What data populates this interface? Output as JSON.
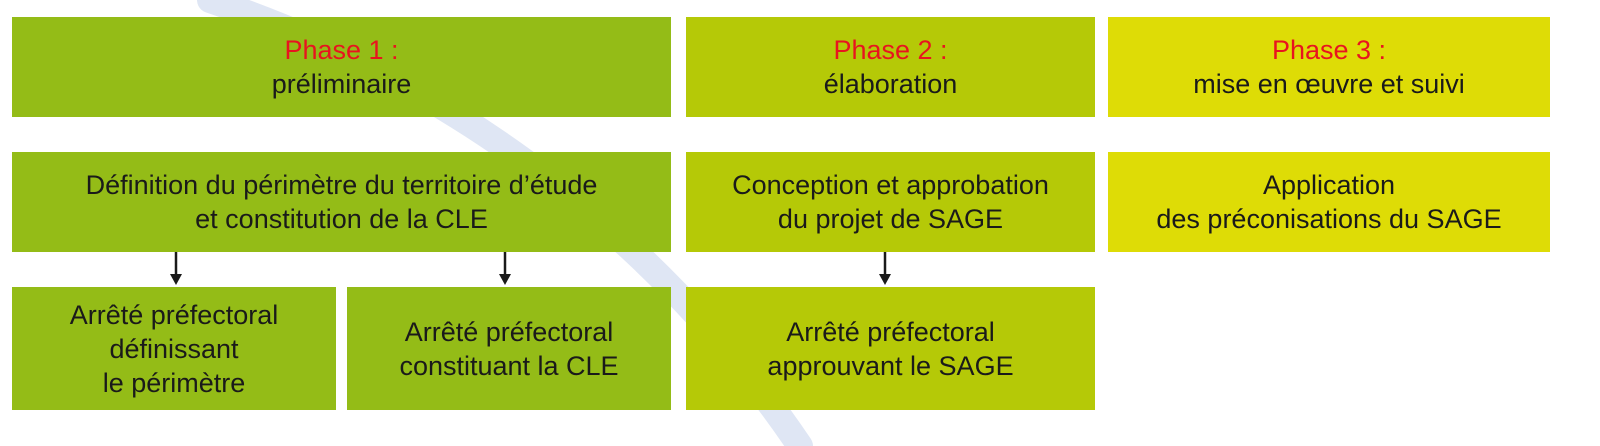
{
  "colors": {
    "phase1": "#94bc17",
    "phase2": "#b5c907",
    "phase3": "#dedc06",
    "phase_label": "#e8141f",
    "text": "#1a1a1a",
    "arrow": "#1a1a1a",
    "swoosh": "#dfe6f4"
  },
  "phases": [
    {
      "label": "Phase 1 :",
      "name": "préliminaire"
    },
    {
      "label": "Phase 2 :",
      "name": "élaboration"
    },
    {
      "label": "Phase 3 :",
      "name": "mise en œuvre et suivi"
    }
  ],
  "steps": {
    "p1_definition": [
      "Définition du périmètre du territoire d’étude",
      "et constitution de la CLE"
    ],
    "p2_conception": [
      "Conception et approbation",
      "du projet de SAGE"
    ],
    "p3_application": [
      "Application",
      "des préconisations du SAGE"
    ],
    "p1_arrete_perimetre": [
      "Arrêté préfectoral",
      "définissant",
      "le périmètre"
    ],
    "p1_arrete_cle": [
      "Arrêté préfectoral",
      "constituant la CLE"
    ],
    "p2_arrete_sage": [
      "Arrêté préfectoral",
      "approuvant le SAGE"
    ]
  },
  "arrows": [
    {
      "from": "p1_definition",
      "to": "p1_arrete_perimetre"
    },
    {
      "from": "p1_definition",
      "to": "p1_arrete_cle"
    },
    {
      "from": "p2_conception",
      "to": "p2_arrete_sage"
    }
  ]
}
